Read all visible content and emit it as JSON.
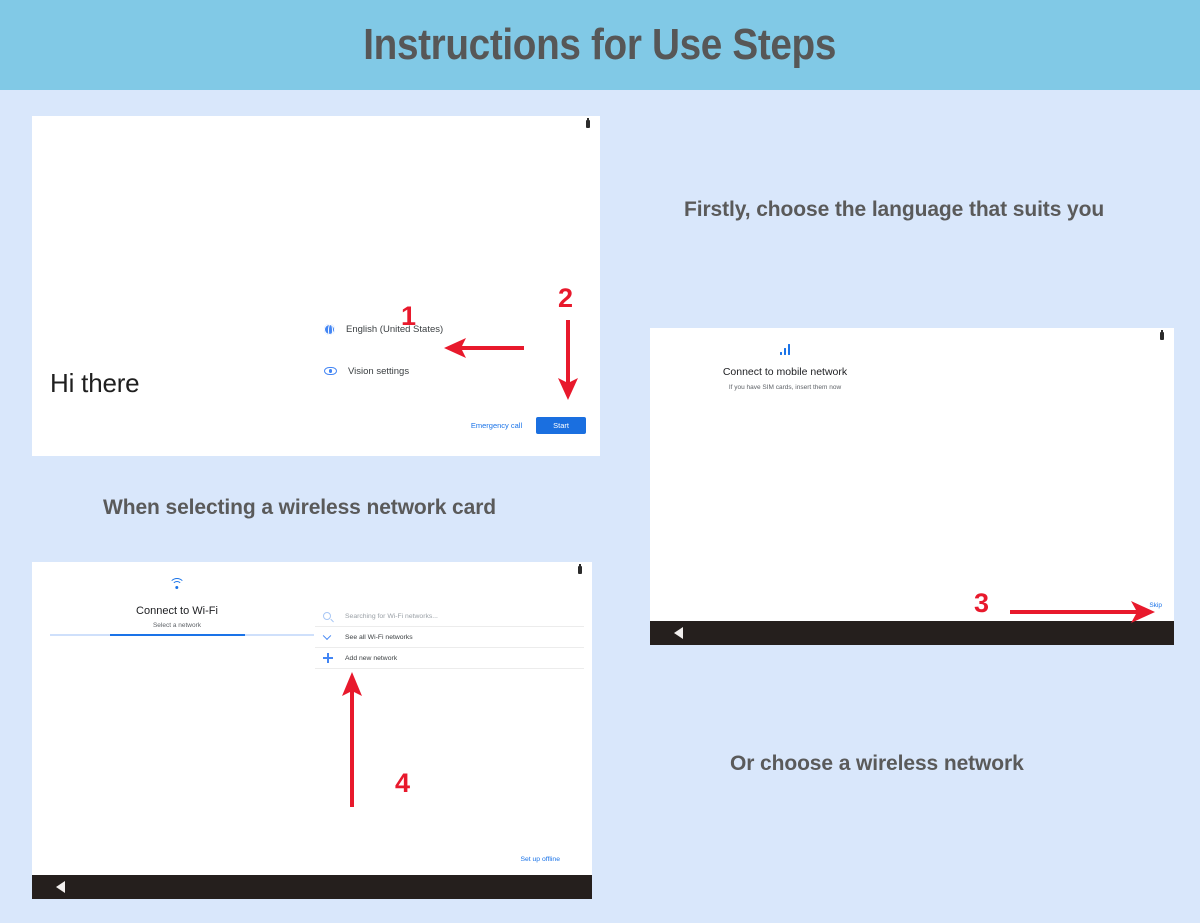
{
  "header": {
    "title": "Instructions for Use Steps",
    "band_color": "#81c9e6",
    "title_color": "#575757"
  },
  "page": {
    "background_color": "#d9e7fb",
    "annotation_color": "#e8192c"
  },
  "captions": {
    "language": "Firstly, choose the language that suits you",
    "wireless_card": "When selecting a wireless network card",
    "wireless_network": "Or choose a wireless network"
  },
  "annotations": {
    "step1": "1",
    "step2": "2",
    "step3": "3",
    "step4": "4"
  },
  "welcome_screen": {
    "greeting": "Hi there",
    "options": [
      {
        "icon": "globe-icon",
        "label": "English (United States)"
      },
      {
        "icon": "eye-icon",
        "label": "Vision settings"
      }
    ],
    "emergency_call": "Emergency call",
    "start_button": "Start",
    "start_button_color": "#1a6fe0"
  },
  "mobile_network_screen": {
    "icon": "signal-bars-icon",
    "title": "Connect to mobile network",
    "subtitle": "If you have SIM cards, insert them now",
    "skip_link": "Skip",
    "back_button": "back-icon"
  },
  "wifi_screen": {
    "icon": "wifi-icon",
    "title": "Connect to Wi-Fi",
    "subtitle": "Select a network",
    "progress_visible": true,
    "network_items": [
      {
        "icon": "search-icon",
        "label": "Searching for Wi-Fi networks...",
        "muted": true
      },
      {
        "icon": "chevron-down-icon",
        "label": "See all Wi-Fi networks",
        "muted": false
      },
      {
        "icon": "plus-icon",
        "label": "Add new network",
        "muted": false
      }
    ],
    "setup_offline_link": "Set up offline",
    "back_button": "back-icon"
  }
}
